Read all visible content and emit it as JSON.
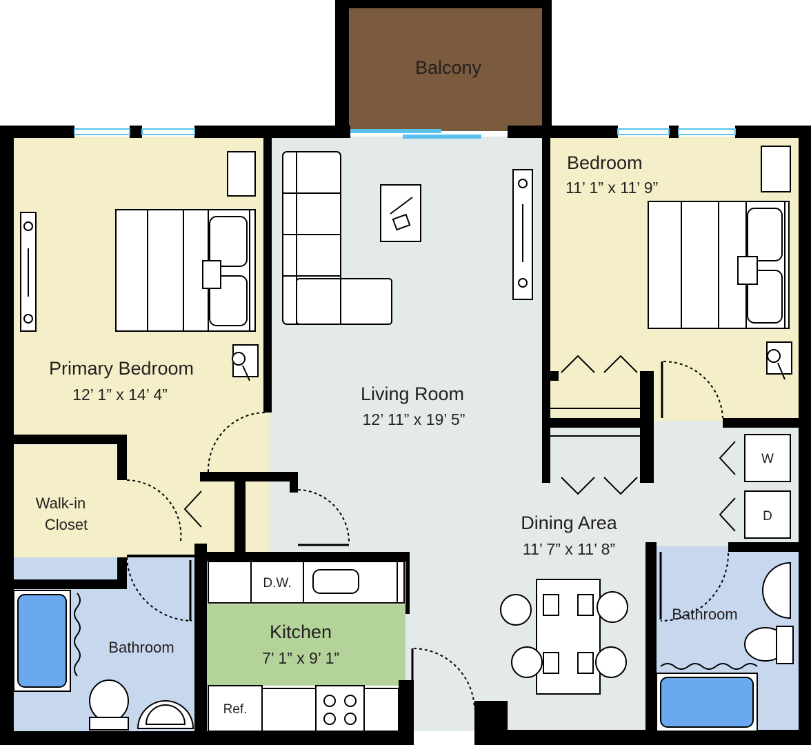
{
  "colors": {
    "bedroom_floor": "#f5efc9",
    "living_floor": "#e4eaea",
    "bathroom_floor": "#c7d8ee",
    "kitchen_accent": "#b4d39a",
    "balcony": "#7b5b3d",
    "wall": "#000000",
    "window": "#59c2ec",
    "tub": "#6aa9ef"
  },
  "rooms": {
    "balcony": {
      "name": "Balcony"
    },
    "primary_bedroom": {
      "name": "Primary Bedroom",
      "dims": "12’ 1” x 14’ 4”"
    },
    "bedroom": {
      "name": "Bedroom",
      "dims": "11’ 1” x 11’ 9”"
    },
    "living_room": {
      "name": "Living Room",
      "dims": "12’ 11” x 19’ 5”"
    },
    "walk_in_closet": {
      "name_line1": "Walk-in",
      "name_line2": "Closet"
    },
    "bathroom_left": {
      "name": "Bathroom"
    },
    "bathroom_right": {
      "name": "Bathroom"
    },
    "kitchen": {
      "name": "Kitchen",
      "dims": "7’ 1” x 9’ 1”"
    },
    "dining_area": {
      "name": "Dining Area",
      "dims": "11’ 7” x 11’ 8”"
    }
  },
  "appliances": {
    "dishwasher": "D.W.",
    "refrigerator": "Ref.",
    "washer": "W",
    "dryer": "D"
  },
  "icons": [
    "bed-icon",
    "sofa-icon",
    "tv-icon",
    "dining-table-icon",
    "toilet-icon",
    "sink-icon",
    "bathtub-icon",
    "stove-icon",
    "nightstand-icon",
    "lamp-icon"
  ]
}
